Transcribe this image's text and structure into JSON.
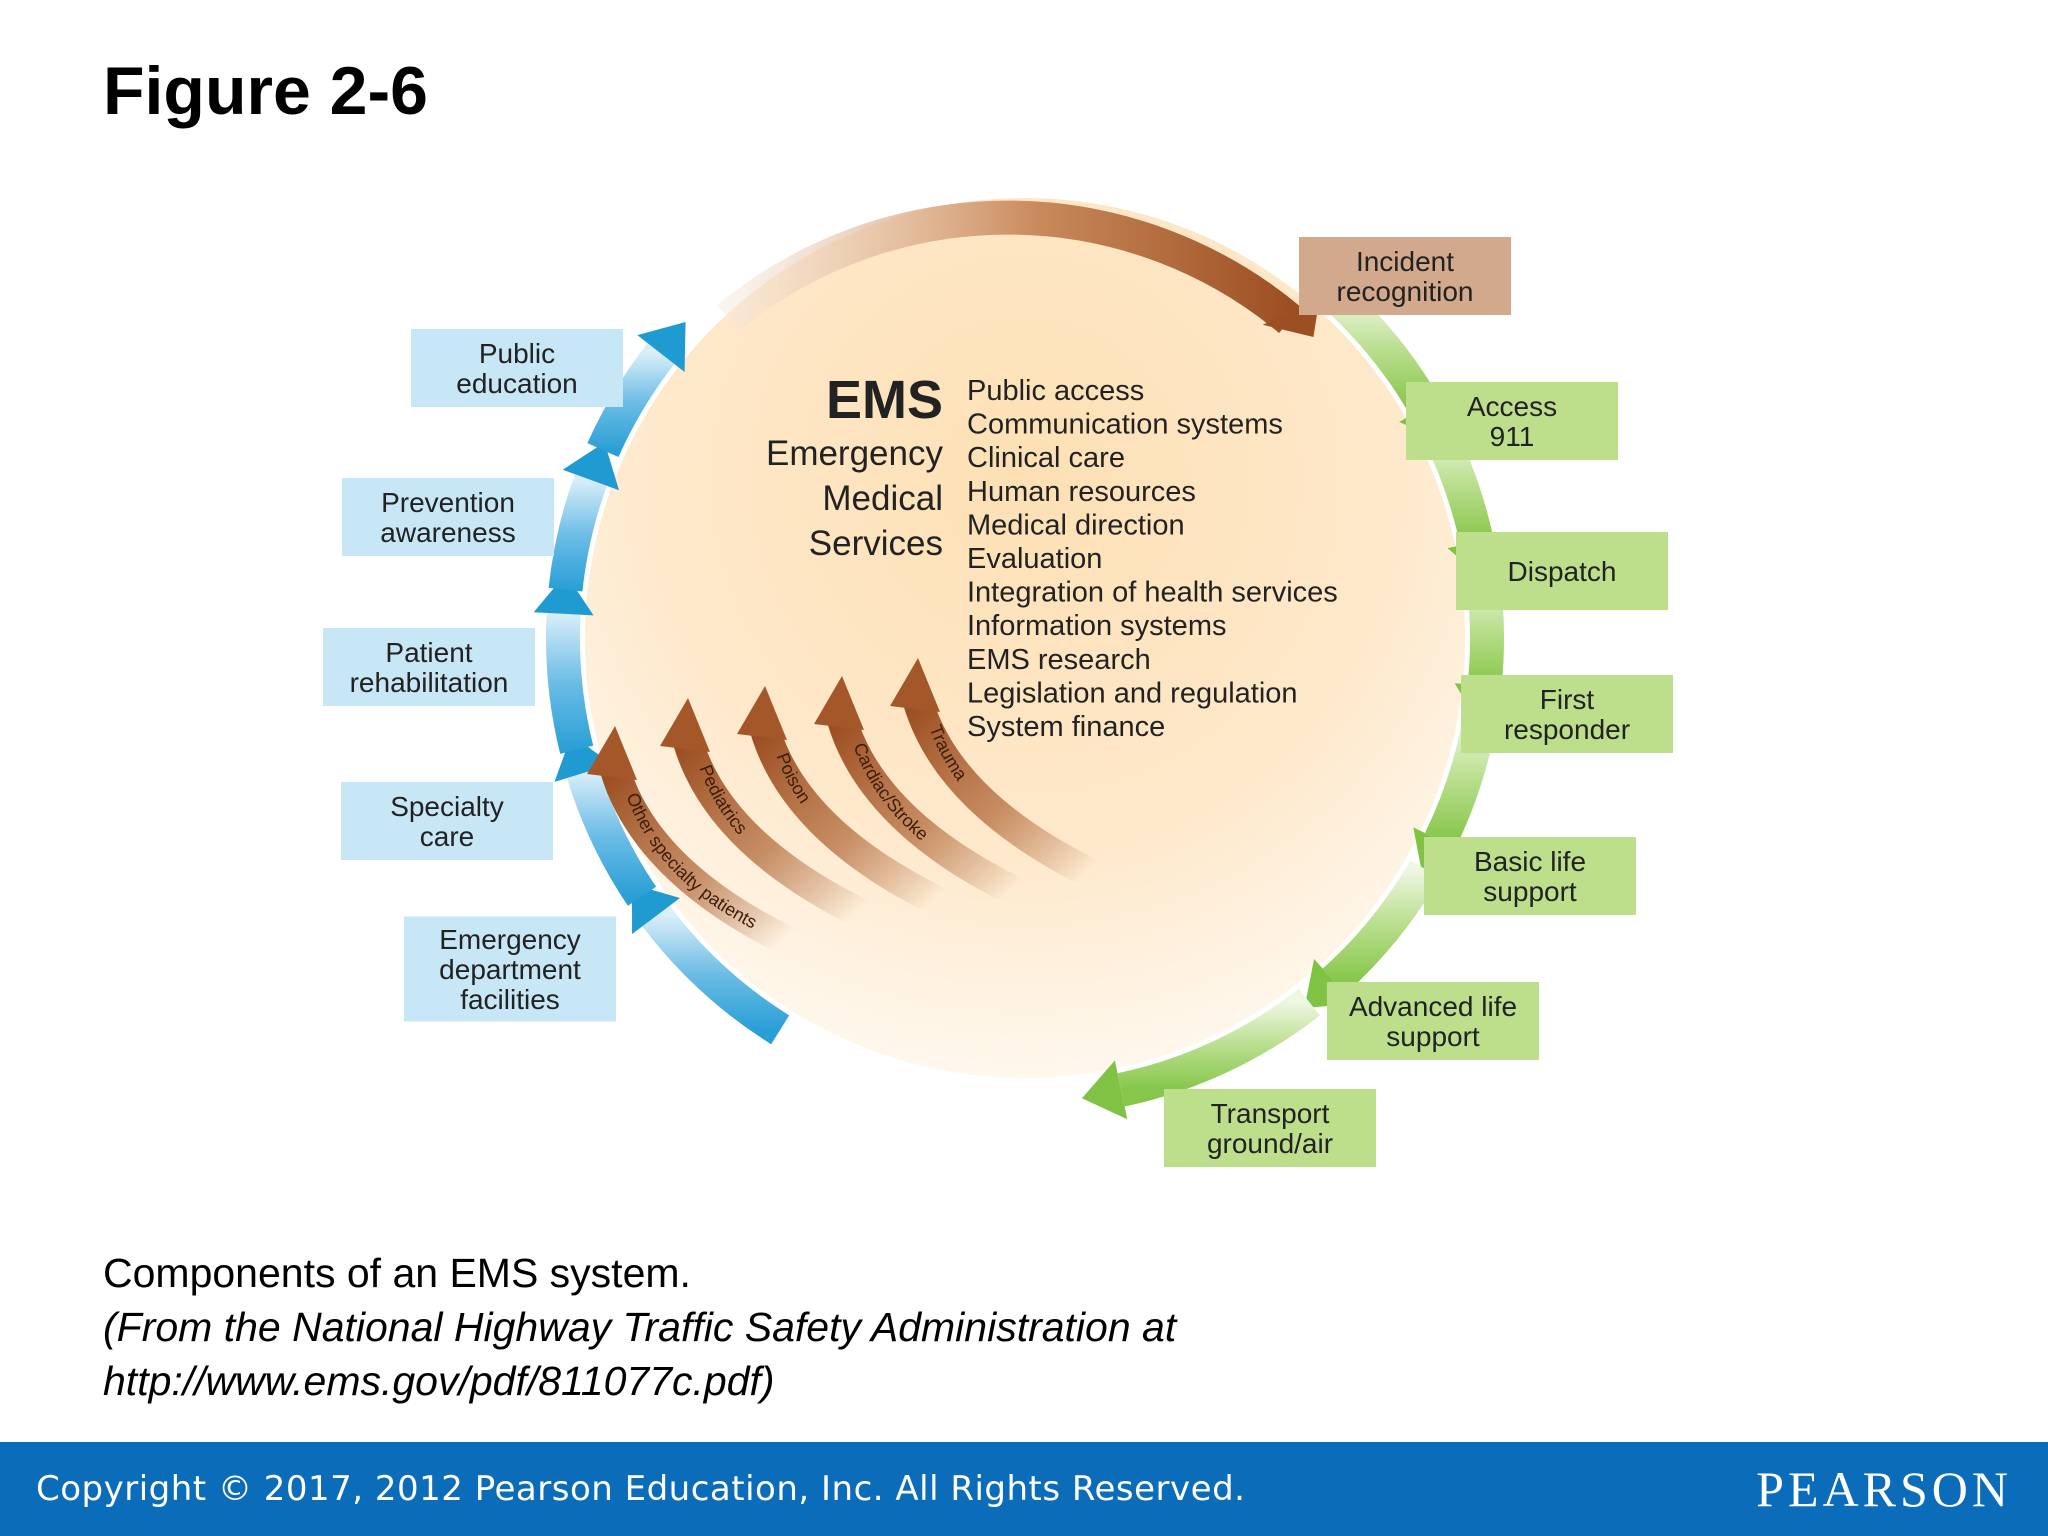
{
  "slide": {
    "title": "Figure 2-6",
    "caption": "Components of an EMS system.",
    "source_line1": "(From the National Highway Traffic Safety Administration at",
    "source_line2": "http://www.ems.gov/pdf/811077c.pdf)",
    "copyright": "Copyright © 2017, 2012 Pearson Education, Inc. All Rights Reserved.",
    "logo": "PEARSON"
  },
  "diagram": {
    "center": {
      "abbr": "EMS",
      "name_lines": [
        "Emergency",
        "Medical",
        "Services"
      ],
      "components": [
        "Public access",
        "Communication systems",
        "Clinical care",
        "Human resources",
        "Medical direction",
        "Evaluation",
        "Integration of health services",
        "Information systems",
        "EMS research",
        "Legislation and regulation",
        "System finance"
      ]
    },
    "top_step": {
      "lines": [
        "Incident",
        "recognition"
      ]
    },
    "green_steps": [
      {
        "lines": [
          "Access",
          "911"
        ]
      },
      {
        "lines": [
          "Dispatch"
        ]
      },
      {
        "lines": [
          "First",
          "responder"
        ]
      },
      {
        "lines": [
          "Basic life",
          "support"
        ]
      },
      {
        "lines": [
          "Advanced life",
          "support"
        ]
      },
      {
        "lines": [
          "Transport",
          "ground/air"
        ]
      }
    ],
    "blue_steps": [
      {
        "lines": [
          "Emergency",
          "department",
          "facilities"
        ]
      },
      {
        "lines": [
          "Specialty",
          "care"
        ]
      },
      {
        "lines": [
          "Patient",
          "rehabilitation"
        ]
      },
      {
        "lines": [
          "Prevention",
          "awareness"
        ]
      },
      {
        "lines": [
          "Public",
          "education"
        ]
      }
    ],
    "patient_arrows": [
      "Other specialty patients",
      "Pediatrics",
      "Poison",
      "Cardiac/Stroke",
      "Trauma"
    ],
    "colors": {
      "circle_fill": "#fde1b8",
      "brown_arrow": "#a4582a",
      "brown_box": "#d2a98c",
      "green_arrow": "#80c244",
      "green_box": "#bddf8c",
      "blue_arrow": "#1f9bd2",
      "blue_box": "#c8e7f6",
      "footer": "#0b6cba"
    }
  }
}
